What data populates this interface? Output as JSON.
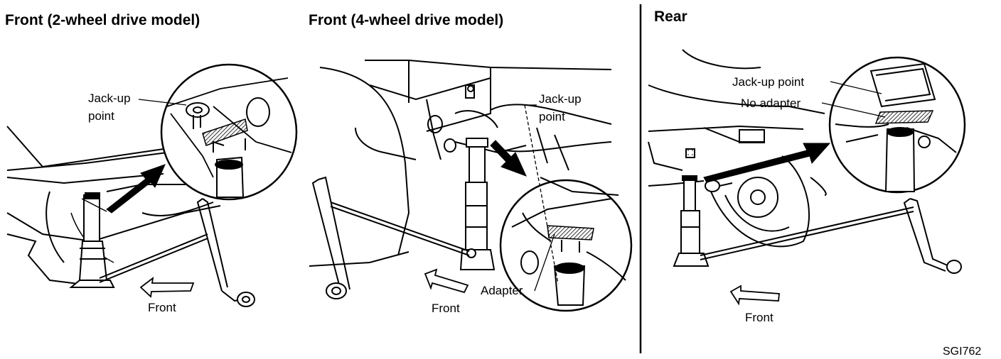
{
  "panels": {
    "front_2wd": {
      "title": "Front (2-wheel drive model)",
      "jackup_line1": "Jack-up",
      "jackup_line2": "point",
      "front_label": "Front"
    },
    "front_4wd": {
      "title": "Front (4-wheel drive model)",
      "jackup_line1": "Jack-up",
      "jackup_line2": "point",
      "adapter_label": "Adapter",
      "front_label": "Front"
    },
    "rear": {
      "title": "Rear",
      "jackup_label": "Jack-up point",
      "no_adapter_label": "No adapter",
      "front_label": "Front"
    }
  },
  "figure_code": "SGI762",
  "colors": {
    "ink": "#000000",
    "paper": "#ffffff",
    "hatch": "#555555"
  }
}
